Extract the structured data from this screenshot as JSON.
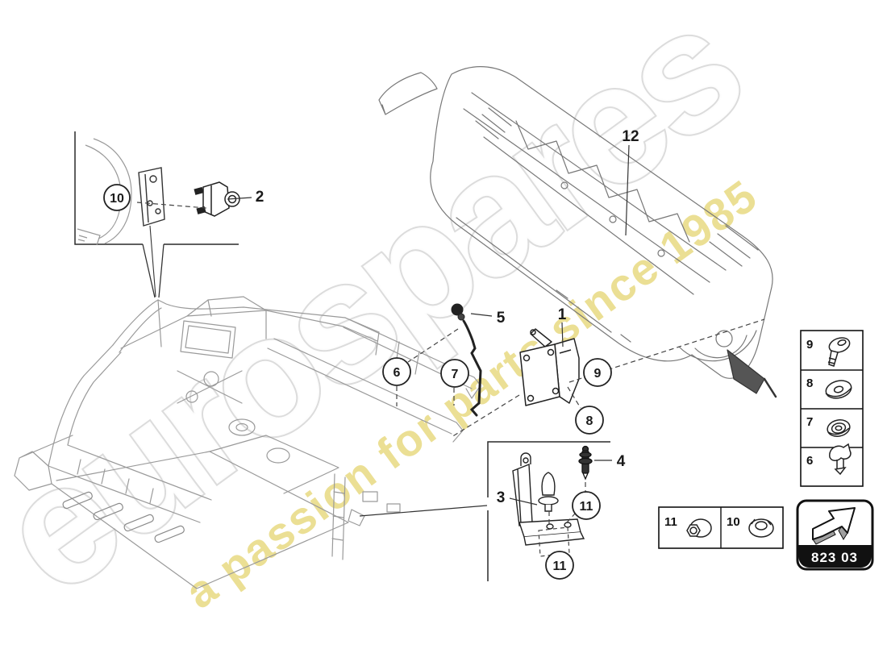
{
  "diagram": {
    "watermarks": {
      "brand": "eurospares",
      "tagline": "a passion for parts since 1985"
    },
    "part_group": {
      "code": "823 03"
    },
    "callouts_circled": [
      {
        "id": "10",
        "label": "10"
      },
      {
        "id": "6",
        "label": "6"
      },
      {
        "id": "7",
        "label": "7"
      },
      {
        "id": "9",
        "label": "9"
      },
      {
        "id": "8",
        "label": "8"
      },
      {
        "id": "11a",
        "label": "11"
      },
      {
        "id": "11b",
        "label": "11"
      }
    ],
    "part_labels": [
      {
        "id": "2",
        "label": "2"
      },
      {
        "id": "12",
        "label": "12"
      },
      {
        "id": "5",
        "label": "5"
      },
      {
        "id": "1",
        "label": "1"
      },
      {
        "id": "4",
        "label": "4"
      },
      {
        "id": "3",
        "label": "3"
      }
    ],
    "fastener_legend_right": [
      {
        "label": "9",
        "icon": "countersunk-screw-icon"
      },
      {
        "label": "8",
        "icon": "washer-grommet-icon"
      },
      {
        "label": "7",
        "icon": "round-grommet-icon"
      },
      {
        "label": "6",
        "icon": "retaining-clip-icon"
      }
    ],
    "fastener_legend_bottom": [
      {
        "label": "11",
        "icon": "nut-with-washer-icon"
      },
      {
        "label": "10",
        "icon": "flange-nut-icon"
      }
    ],
    "colors": {
      "line_dark": "#222222",
      "line_chassis": "#9a9a9a",
      "line_bonnet": "#787878",
      "watermark_gray": "#dcdcdc",
      "watermark_yellow": "#decb52",
      "panel_black": "#111111"
    }
  }
}
